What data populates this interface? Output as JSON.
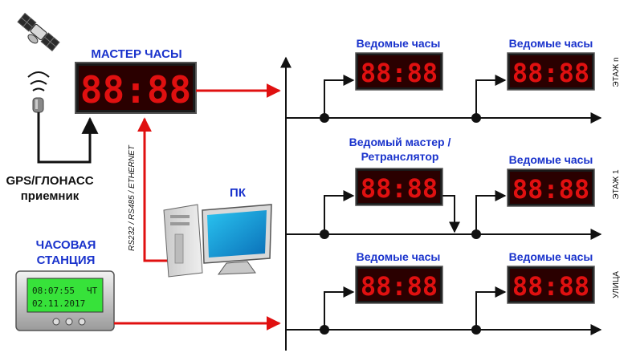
{
  "master": {
    "title": "МАСТЕР ЧАСЫ",
    "display": "88:88"
  },
  "gps": {
    "label_line1": "GPS/ГЛОНАСС",
    "label_line2": "приемник"
  },
  "interface_label": "RS232 / RS485 / ETHERNET",
  "pc_label": "ПК",
  "station": {
    "title_line1": "ЧАСОВАЯ",
    "title_line2": "СТАНЦИЯ",
    "lcd_time": "08:07:55",
    "lcd_day": "ЧТ",
    "lcd_date": "02.11.2017"
  },
  "floors": [
    {
      "label": "ЭТАЖ n"
    },
    {
      "label": "ЭТАЖ 1"
    },
    {
      "label": "УЛИЦА"
    }
  ],
  "slave_title": "Ведомые часы",
  "repeater": {
    "title_line1": "Ведомый мастер /",
    "title_line2": "Ретранслятор"
  },
  "clock_display": "88:88",
  "colors": {
    "label_blue": "#1a33cc",
    "signal_red": "#e01010",
    "lcd_green": "#37e23a"
  }
}
